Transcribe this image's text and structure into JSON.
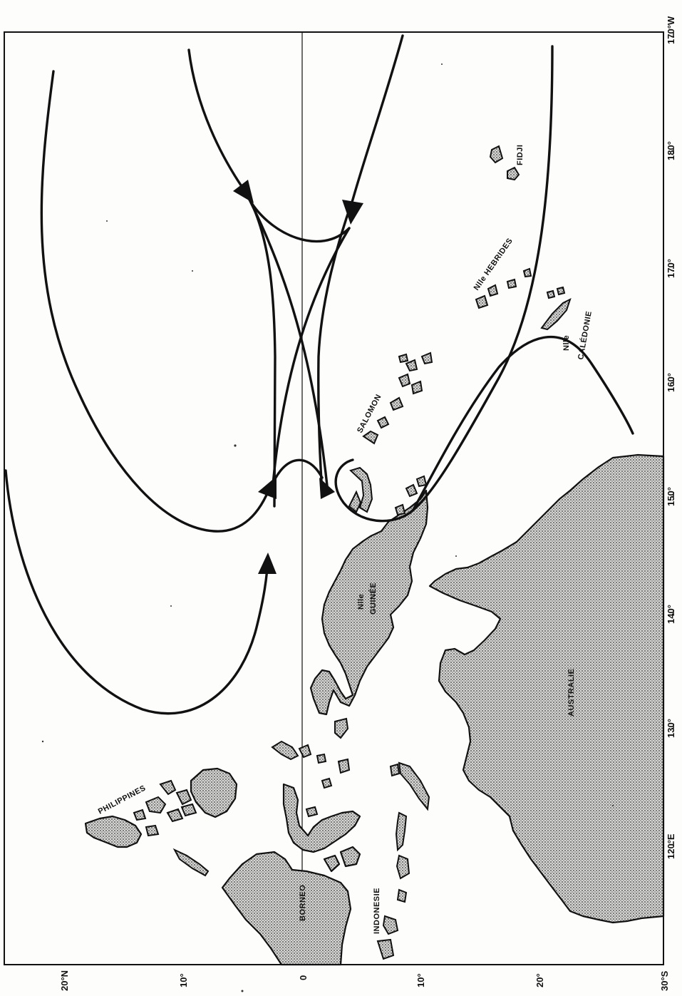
{
  "map": {
    "lat_ticks": [
      {
        "id": "20N",
        "label": "20°N"
      },
      {
        "id": "10N",
        "label": "10°"
      },
      {
        "id": "0",
        "label": "0"
      },
      {
        "id": "10S",
        "label": "10°"
      },
      {
        "id": "20S",
        "label": "20°"
      },
      {
        "id": "30S",
        "label": "30°S"
      }
    ],
    "lon_ticks": [
      {
        "id": "120E",
        "label": "120°E"
      },
      {
        "id": "130",
        "label": "130°"
      },
      {
        "id": "140",
        "label": "140°"
      },
      {
        "id": "150",
        "label": "150°"
      },
      {
        "id": "160",
        "label": "160°"
      },
      {
        "id": "170",
        "label": "170°"
      },
      {
        "id": "180",
        "label": "180°"
      },
      {
        "id": "170W",
        "label": "170°W"
      }
    ],
    "regions": {
      "philippines": "PHILIPPINES",
      "borneo": "BORNEO",
      "indonesie": "INDONESIE",
      "guinee_1": "Nlle",
      "guinee_2": "GUINÉE",
      "australie": "AUSTRALIE",
      "salomon": "SALOMON",
      "hebrides": "Nlle HEBRIDES",
      "caledonie_1": "Nlle",
      "caledonie_2": "CALÉDONIE",
      "fidji": "FIDJI"
    },
    "colors": {
      "ink": "#111111",
      "land_dot": "#3a3a3a",
      "background": "#fdfdfc"
    }
  }
}
